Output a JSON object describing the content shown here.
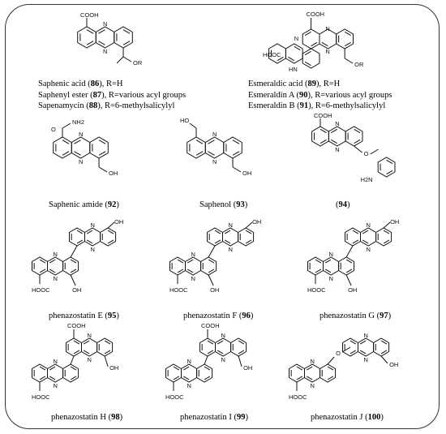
{
  "compounds_top": {
    "left": [
      {
        "name": "Saphenic acid",
        "num": "86",
        "r": ", R=H"
      },
      {
        "name": "Saphenyl ester",
        "num": "87",
        "r": ", R=various acyl groups"
      },
      {
        "name": "Sapenamycin",
        "num": "88",
        "r": ", R=6-methylsalicylyl"
      }
    ],
    "right": [
      {
        "name": "Esmeraldic acid",
        "num": "89",
        "r": ", R=H"
      },
      {
        "name": "Esmeraldin A",
        "num": "90",
        "r": ", R=various acyl groups"
      },
      {
        "name": "Esmeraldin B",
        "num": "91",
        "r": ", R=6-methylsalicylyl"
      }
    ]
  },
  "row2": [
    {
      "name": "Saphenic amide",
      "num": "92"
    },
    {
      "name": "Saphenol",
      "num": "93"
    },
    {
      "name": "",
      "num": "94"
    }
  ],
  "row3": [
    {
      "name": "phenazostatin E",
      "num": "95"
    },
    {
      "name": "phenazostatin F",
      "num": "96"
    },
    {
      "name": "phenazostatin G",
      "num": "97"
    }
  ],
  "row4": [
    {
      "name": "phenazostatin H",
      "num": "98"
    },
    {
      "name": "phenazostatin I",
      "num": "99"
    },
    {
      "name": "phenazostatin J",
      "num": "100"
    }
  ],
  "atom_labels": {
    "cooh": "COOH",
    "hooc": "HOOC",
    "oh": "OH",
    "ho": "HO",
    "or": "OR",
    "nh2": "NH2",
    "h2n": "H2N",
    "hn": "HN",
    "n": "N",
    "o": "O"
  }
}
